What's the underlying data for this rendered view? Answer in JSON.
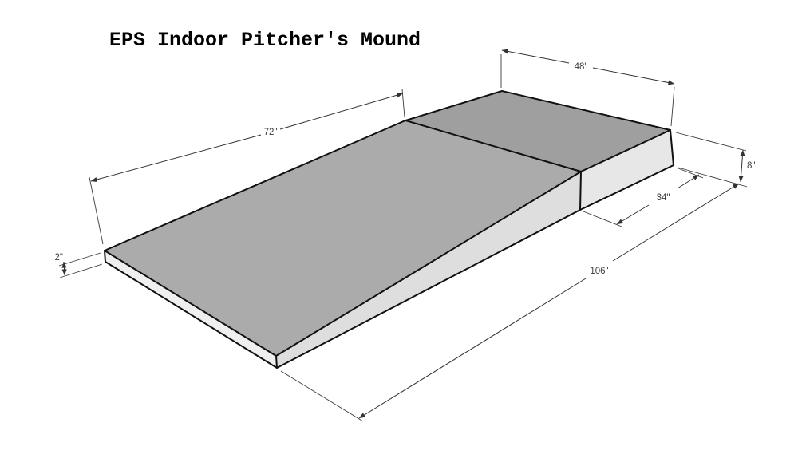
{
  "title": "EPS Indoor Pitcher's Mound",
  "diagram": {
    "kind": "isometric dimensioned drawing",
    "object": "indoor pitcher's mound (EPS foam wedge + platform block)",
    "parts": {
      "slope_top_face": "72-inch sloped ramp surface",
      "platform_top_face": "48 x 34 inch flat pitching platform",
      "left_end_face": "2-inch tall low end",
      "seam": "joint between ramp piece and platform piece"
    },
    "dimensions": {
      "slope_length": "72\"",
      "platform_width": "48\"",
      "platform_length": "34\"",
      "overall_length": "106\"",
      "platform_height": "8\"",
      "low_edge_height": "2\""
    },
    "colors": {
      "background": "#ffffff",
      "platform_top": "#9f9f9f",
      "slope_top": "#ababab",
      "slope_front_face": "#dedede",
      "platform_front_face": "#e7e7e7",
      "end_face": "#efefef",
      "edge_line": "#111111",
      "dimension_line": "#333333",
      "dimension_text": "#3c3c3c",
      "title_text": "#000000"
    }
  }
}
